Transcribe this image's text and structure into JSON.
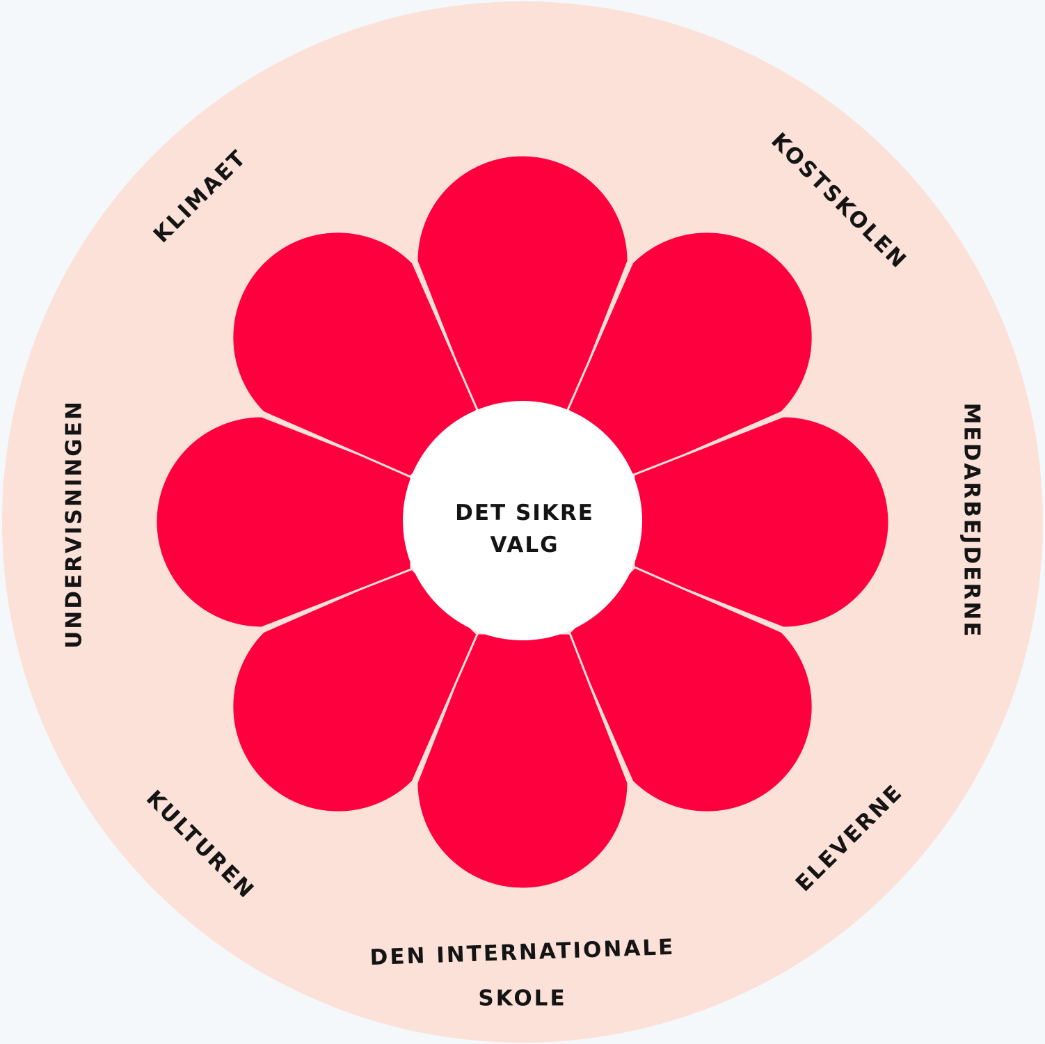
{
  "colors": {
    "background": "#f5f8fb",
    "outer_ring": "#fbe1d8",
    "petal": "#ff003f",
    "center": "#ffffff",
    "text": "#141414"
  },
  "center": {
    "line1": "DET SIKRE",
    "line2": "VALG"
  },
  "labels": {
    "klimaet": "KLIMAET",
    "kostskolen": "KOSTSKOLEN",
    "medarbejderne": "MEDARBEJDERNE",
    "eleverne": "ELEVERNE",
    "den_internationale": "DEN INTERNATIONALE",
    "skole": "SKOLE",
    "kulturen": "KULTUREN",
    "undervisningen": "UNDERVISNINGEN"
  }
}
